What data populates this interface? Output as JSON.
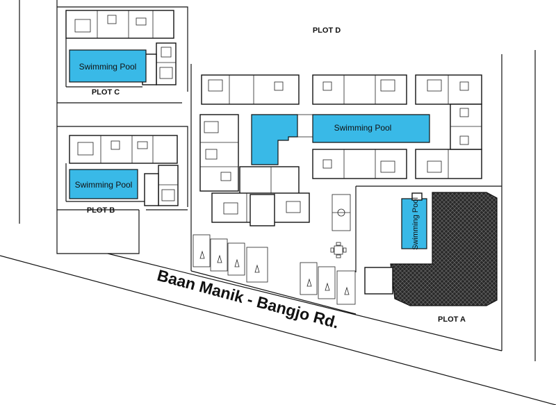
{
  "map": {
    "labels": {
      "plot_a": "PLOT A",
      "plot_b": "PLOT B",
      "plot_c": "PLOT C",
      "plot_d": "PLOT D"
    },
    "road_name": "Baan Manik - Bangjo Rd.",
    "pools": {
      "plot_c": "Swimming Pool",
      "plot_b": "Swimming Pool",
      "central": "Swimming Pool",
      "plot_a": "Swimming Pool"
    },
    "colors": {
      "pool": "#39b9e7",
      "roof": "#222222",
      "lines": "#111111",
      "background": "#ffffff"
    }
  }
}
